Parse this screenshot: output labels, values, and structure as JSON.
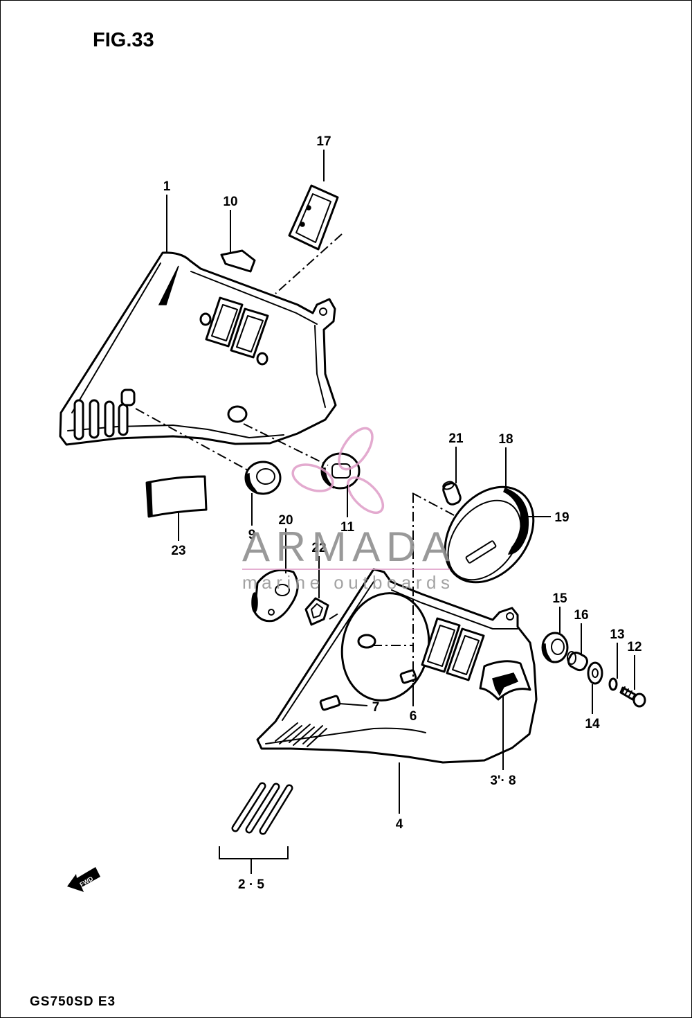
{
  "colors": {
    "line": "#000000",
    "paper": "#ffffff",
    "watermark_gray": "#8f8f8f",
    "watermark_pink": "#df9cc7"
  },
  "figure": {
    "title": "FIG.33",
    "model_code": "GS750SD E3"
  },
  "callouts": {
    "p1": "1",
    "p2_5": "2 · 5",
    "p3_8": "3'· 8",
    "p4": "4",
    "p6": "6",
    "p7": "7",
    "p9": "9",
    "p10": "10",
    "p11": "11",
    "p12": "12",
    "p13": "13",
    "p14": "14",
    "p15": "15",
    "p16": "16",
    "p17": "17",
    "p18": "18",
    "p19": "19",
    "p20": "20",
    "p21": "21",
    "p22": "22",
    "p23": "23"
  },
  "direction_arrow": {
    "icon": "fwd-arrow-icon",
    "label": "FWD"
  },
  "watermark": {
    "icon": "propeller-logo-icon",
    "brand": "ARMADA",
    "tagline": "marine outboards"
  }
}
